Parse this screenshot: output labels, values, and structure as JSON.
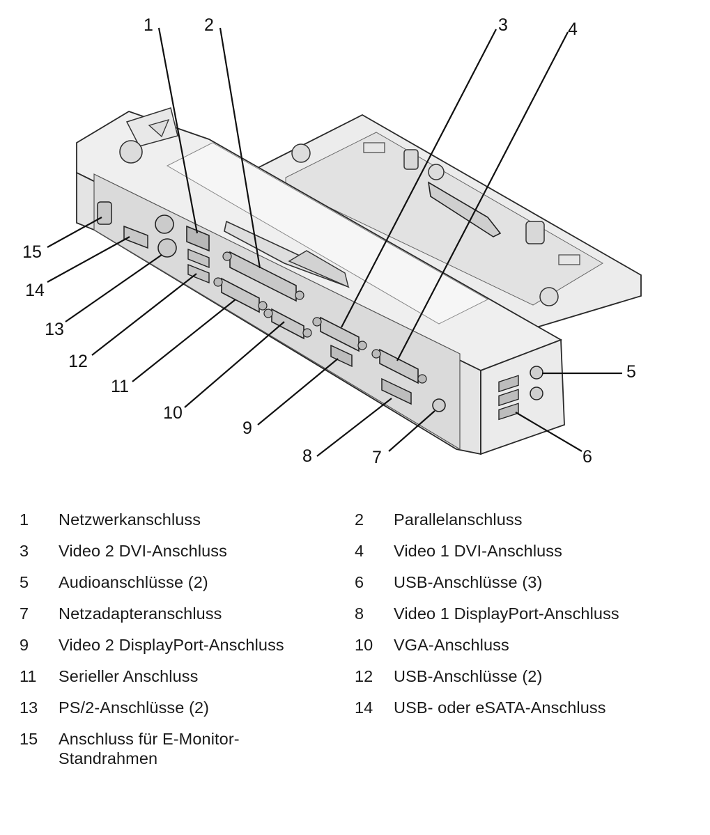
{
  "callouts": [
    {
      "n": "1"
    },
    {
      "n": "2"
    },
    {
      "n": "3"
    },
    {
      "n": "4"
    },
    {
      "n": "5"
    },
    {
      "n": "6"
    },
    {
      "n": "7"
    },
    {
      "n": "8"
    },
    {
      "n": "9"
    },
    {
      "n": "10"
    },
    {
      "n": "11"
    },
    {
      "n": "12"
    },
    {
      "n": "13"
    },
    {
      "n": "14"
    },
    {
      "n": "15"
    }
  ],
  "legend": [
    {
      "num": "1",
      "text": "Netzwerkanschluss"
    },
    {
      "num": "2",
      "text": "Parallelanschluss"
    },
    {
      "num": "3",
      "text": "Video 2 DVI-Anschluss"
    },
    {
      "num": "4",
      "text": "Video 1 DVI-Anschluss"
    },
    {
      "num": "5",
      "text": "Audioanschlüsse (2)"
    },
    {
      "num": "6",
      "text": "USB-Anschlüsse (3)"
    },
    {
      "num": "7",
      "text": "Netzadapteranschluss"
    },
    {
      "num": "8",
      "text": "Video 1 DisplayPort-Anschluss"
    },
    {
      "num": "9",
      "text": "Video 2 DisplayPort-Anschluss"
    },
    {
      "num": "10",
      "text": "VGA-Anschluss"
    },
    {
      "num": "11",
      "text": "Serieller Anschluss"
    },
    {
      "num": "12",
      "text": "USB-Anschlüsse (2)"
    },
    {
      "num": "13",
      "text": "PS/2-Anschlüsse (2)"
    },
    {
      "num": "14",
      "text": "USB- oder eSATA-Anschluss"
    },
    {
      "num": "15",
      "text": "Anschluss für E-Monitor-Standrahmen"
    }
  ]
}
